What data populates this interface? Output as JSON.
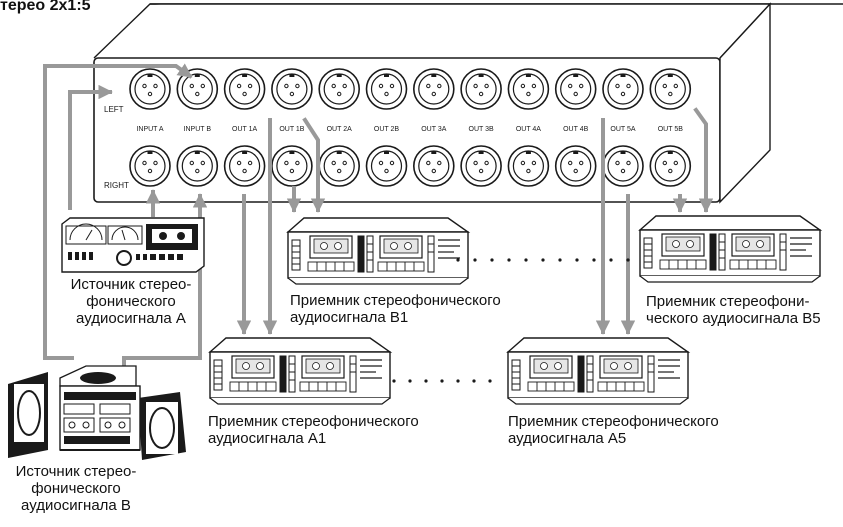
{
  "title": "тереo 2x1:5",
  "panel": {
    "row_labels": {
      "left": "LEFT",
      "right": "RIGHT"
    },
    "columns": [
      "INPUT A",
      "INPUT B",
      "OUT 1A",
      "OUT 1B",
      "OUT 2A",
      "OUT 2B",
      "OUT 3A",
      "OUT 3B",
      "OUT 4A",
      "OUT 4B",
      "OUT 5A",
      "OUT 5B"
    ]
  },
  "sources": {
    "a": {
      "lines": [
        "Источник стерео-",
        "фонического",
        "аудиосигнала A"
      ]
    },
    "b": {
      "lines": [
        "Источник стерео-",
        "фонического",
        "аудиосигнала B"
      ]
    }
  },
  "receivers": {
    "b1": {
      "lines": [
        "Приемник стереофонического",
        "аудиосигнала B1"
      ]
    },
    "b5": {
      "lines": [
        "Приемник стереофони-",
        "ческого аудиосигнала B5"
      ]
    },
    "a1": {
      "lines": [
        "Приемник стереофонического",
        "аудиосигнала A1"
      ]
    },
    "a5": {
      "lines": [
        "Приемник стереофонического",
        "аудиосигнала A5"
      ]
    }
  },
  "colors": {
    "cable": "#999999",
    "outline": "#1a1a1a",
    "panel": "#ffffff"
  },
  "icons": [
    "xlr-connector-icon",
    "cassette-deck-icon",
    "stereo-system-icon",
    "receiver-icon"
  ]
}
